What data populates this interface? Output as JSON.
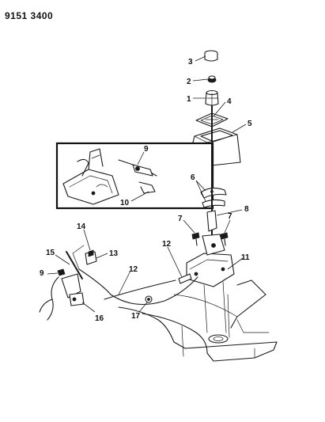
{
  "drawing_code": "9151 3400",
  "callouts": {
    "c1": "1",
    "c2": "2",
    "c3": "3",
    "c4": "4",
    "c5": "5",
    "c6": "6",
    "c7a": "7",
    "c7b": "7",
    "c8": "8",
    "c9_inset": "9",
    "c9_main": "9",
    "c10": "10",
    "c11": "11",
    "c12_a": "12",
    "c12_b": "12",
    "c13": "13",
    "c14": "14",
    "c15": "15",
    "c16": "16",
    "c17": "17"
  }
}
